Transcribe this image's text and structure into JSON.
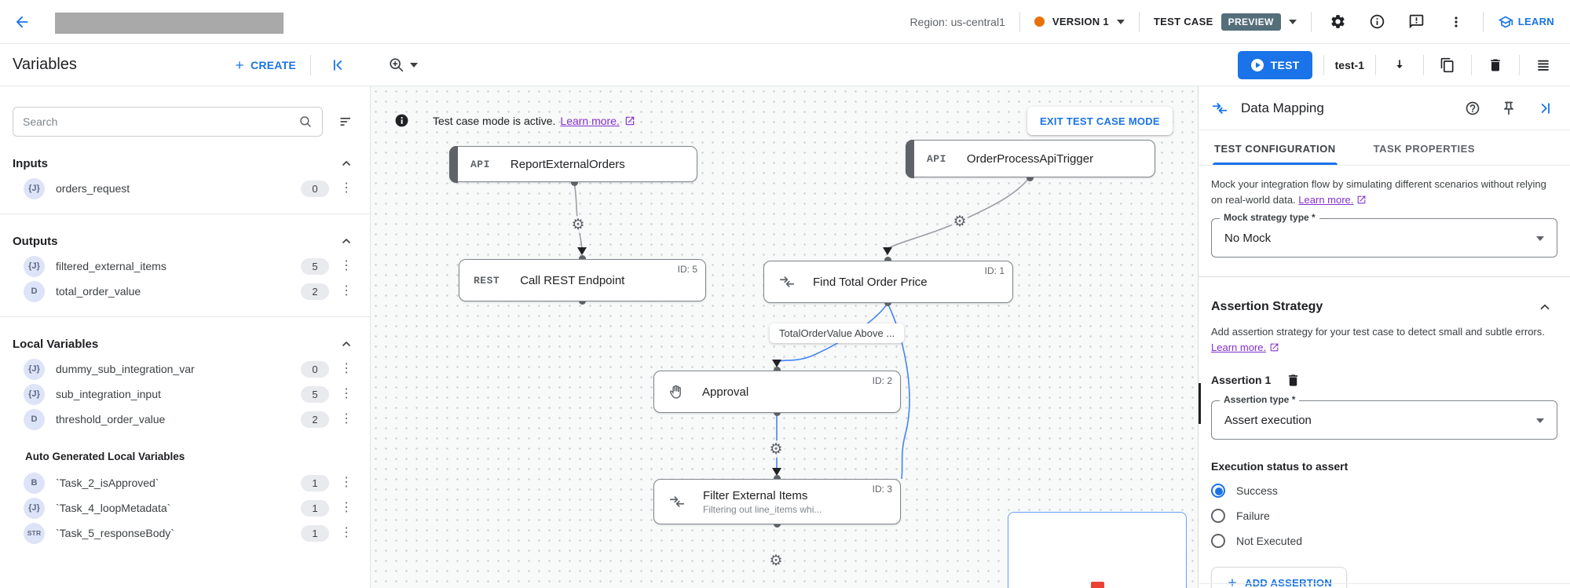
{
  "header": {
    "region": "Region: us-central1",
    "version": "VERSION 1",
    "test_case": "TEST CASE",
    "preview": "PREVIEW",
    "learn": "LEARN"
  },
  "toolbar": {
    "title": "Variables",
    "create": "CREATE",
    "test": "TEST",
    "test_name": "test-1"
  },
  "sidebar": {
    "search_placeholder": "Search",
    "sections": [
      {
        "title": "Inputs",
        "items": [
          {
            "type": "{J}",
            "label": "orders_request",
            "count": "0"
          }
        ]
      },
      {
        "title": "Outputs",
        "items": [
          {
            "type": "{J}",
            "label": "filtered_external_items",
            "count": "5"
          },
          {
            "type": "D",
            "label": "total_order_value",
            "count": "2"
          }
        ]
      },
      {
        "title": "Local Variables",
        "items": [
          {
            "type": "{J}",
            "label": "dummy_sub_integration_var",
            "count": "0"
          },
          {
            "type": "{J}",
            "label": "sub_integration_input",
            "count": "5"
          },
          {
            "type": "D",
            "label": "threshold_order_value",
            "count": "2"
          }
        ]
      }
    ],
    "auto_section": {
      "title": "Auto Generated Local Variables",
      "items": [
        {
          "type": "B",
          "label": "`Task_2_isApproved`",
          "count": "1"
        },
        {
          "type": "{J}",
          "label": "`Task_4_loopMetadata`",
          "count": "1"
        },
        {
          "type": "STR",
          "label": "`Task_5_responseBody`",
          "count": "1"
        }
      ]
    }
  },
  "canvas": {
    "banner": {
      "text": "Test case mode is active.",
      "link": "Learn more."
    },
    "exit_button": "EXIT TEST CASE MODE",
    "edge_label": "TotalOrderValue Above ...",
    "nodes": [
      {
        "icon_label": "API",
        "title": "ReportExternalOrders"
      },
      {
        "icon_label": "API",
        "title": "OrderProcessApiTrigger"
      },
      {
        "icon_label": "REST",
        "title": "Call REST Endpoint",
        "id": "ID: 5"
      },
      {
        "title": "Find Total Order Price",
        "id": "ID: 1"
      },
      {
        "title": "Approval",
        "id": "ID: 2"
      },
      {
        "title": "Filter External Items",
        "id": "ID: 3",
        "subtitle": "Filtering out line_items whi..."
      }
    ]
  },
  "panel": {
    "title": "Data Mapping",
    "tabs": [
      {
        "label": "TEST CONFIGURATION"
      },
      {
        "label": "TASK PROPERTIES"
      }
    ],
    "mock": {
      "text": "Mock your integration flow by simulating different scenarios without relying on real-world data.",
      "link": "Learn more.",
      "field_label": "Mock strategy type *",
      "field_value": "No Mock"
    },
    "assertion": {
      "heading": "Assertion Strategy",
      "text": "Add assertion strategy for your test case to detect small and subtle errors.",
      "link": "Learn more.",
      "item_label": "Assertion 1",
      "type_label": "Assertion type *",
      "type_value": "Assert execution",
      "status_label": "Execution status to assert",
      "options": [
        {
          "label": "Success"
        },
        {
          "label": "Failure"
        },
        {
          "label": "Not Executed"
        }
      ],
      "add_label": "ADD ASSERTION"
    }
  },
  "icons": {
    "gear": "⚙",
    "dots": "⋮"
  },
  "colors": {
    "accent_blue": "#1a73e8",
    "edge_blue": "#4285f4",
    "link_purple": "#8430ce",
    "preview_badge_bg": "#546e7a",
    "version_dot_orange": "#e8710a",
    "node_border": "#80868b",
    "count_pill_bg": "#e8eaed",
    "var_badge_bg": "#dde4f8"
  }
}
